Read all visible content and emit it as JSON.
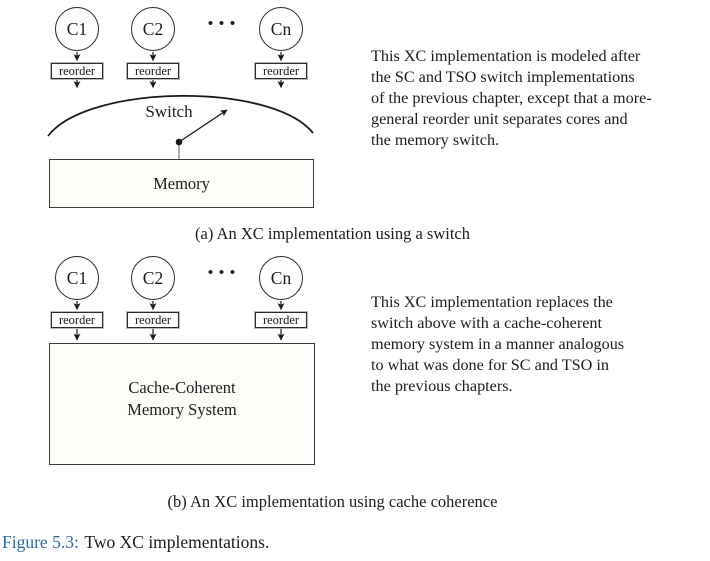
{
  "figure": {
    "caption_label": "Figure 5.3:",
    "caption_text": "Two XC implementations.",
    "accent_color": "#2c6aa0"
  },
  "diagram_a": {
    "cores": [
      "C1",
      "C2",
      "Cn"
    ],
    "ellipsis": "• • •",
    "reorder_label": "reorder",
    "switch_label": "Switch",
    "memory_label": "Memory",
    "caption": "(a) An XC implementation using a switch",
    "description": "This XC implementation is modeled after\nthe SC and TSO switch implementations\nof the previous chapter, except that a more-\ngeneral reorder unit separates cores and\nthe memory switch."
  },
  "diagram_b": {
    "cores": [
      "C1",
      "C2",
      "Cn"
    ],
    "ellipsis": "• • •",
    "reorder_label": "reorder",
    "memory_label": "Cache-Coherent\nMemory System",
    "caption": "(b) An XC implementation using cache coherence",
    "description": "This XC implementation replaces the\nswitch above with a cache-coherent\nmemory system in a manner analogous\nto what was done for SC and TSO in\nthe previous chapters."
  }
}
